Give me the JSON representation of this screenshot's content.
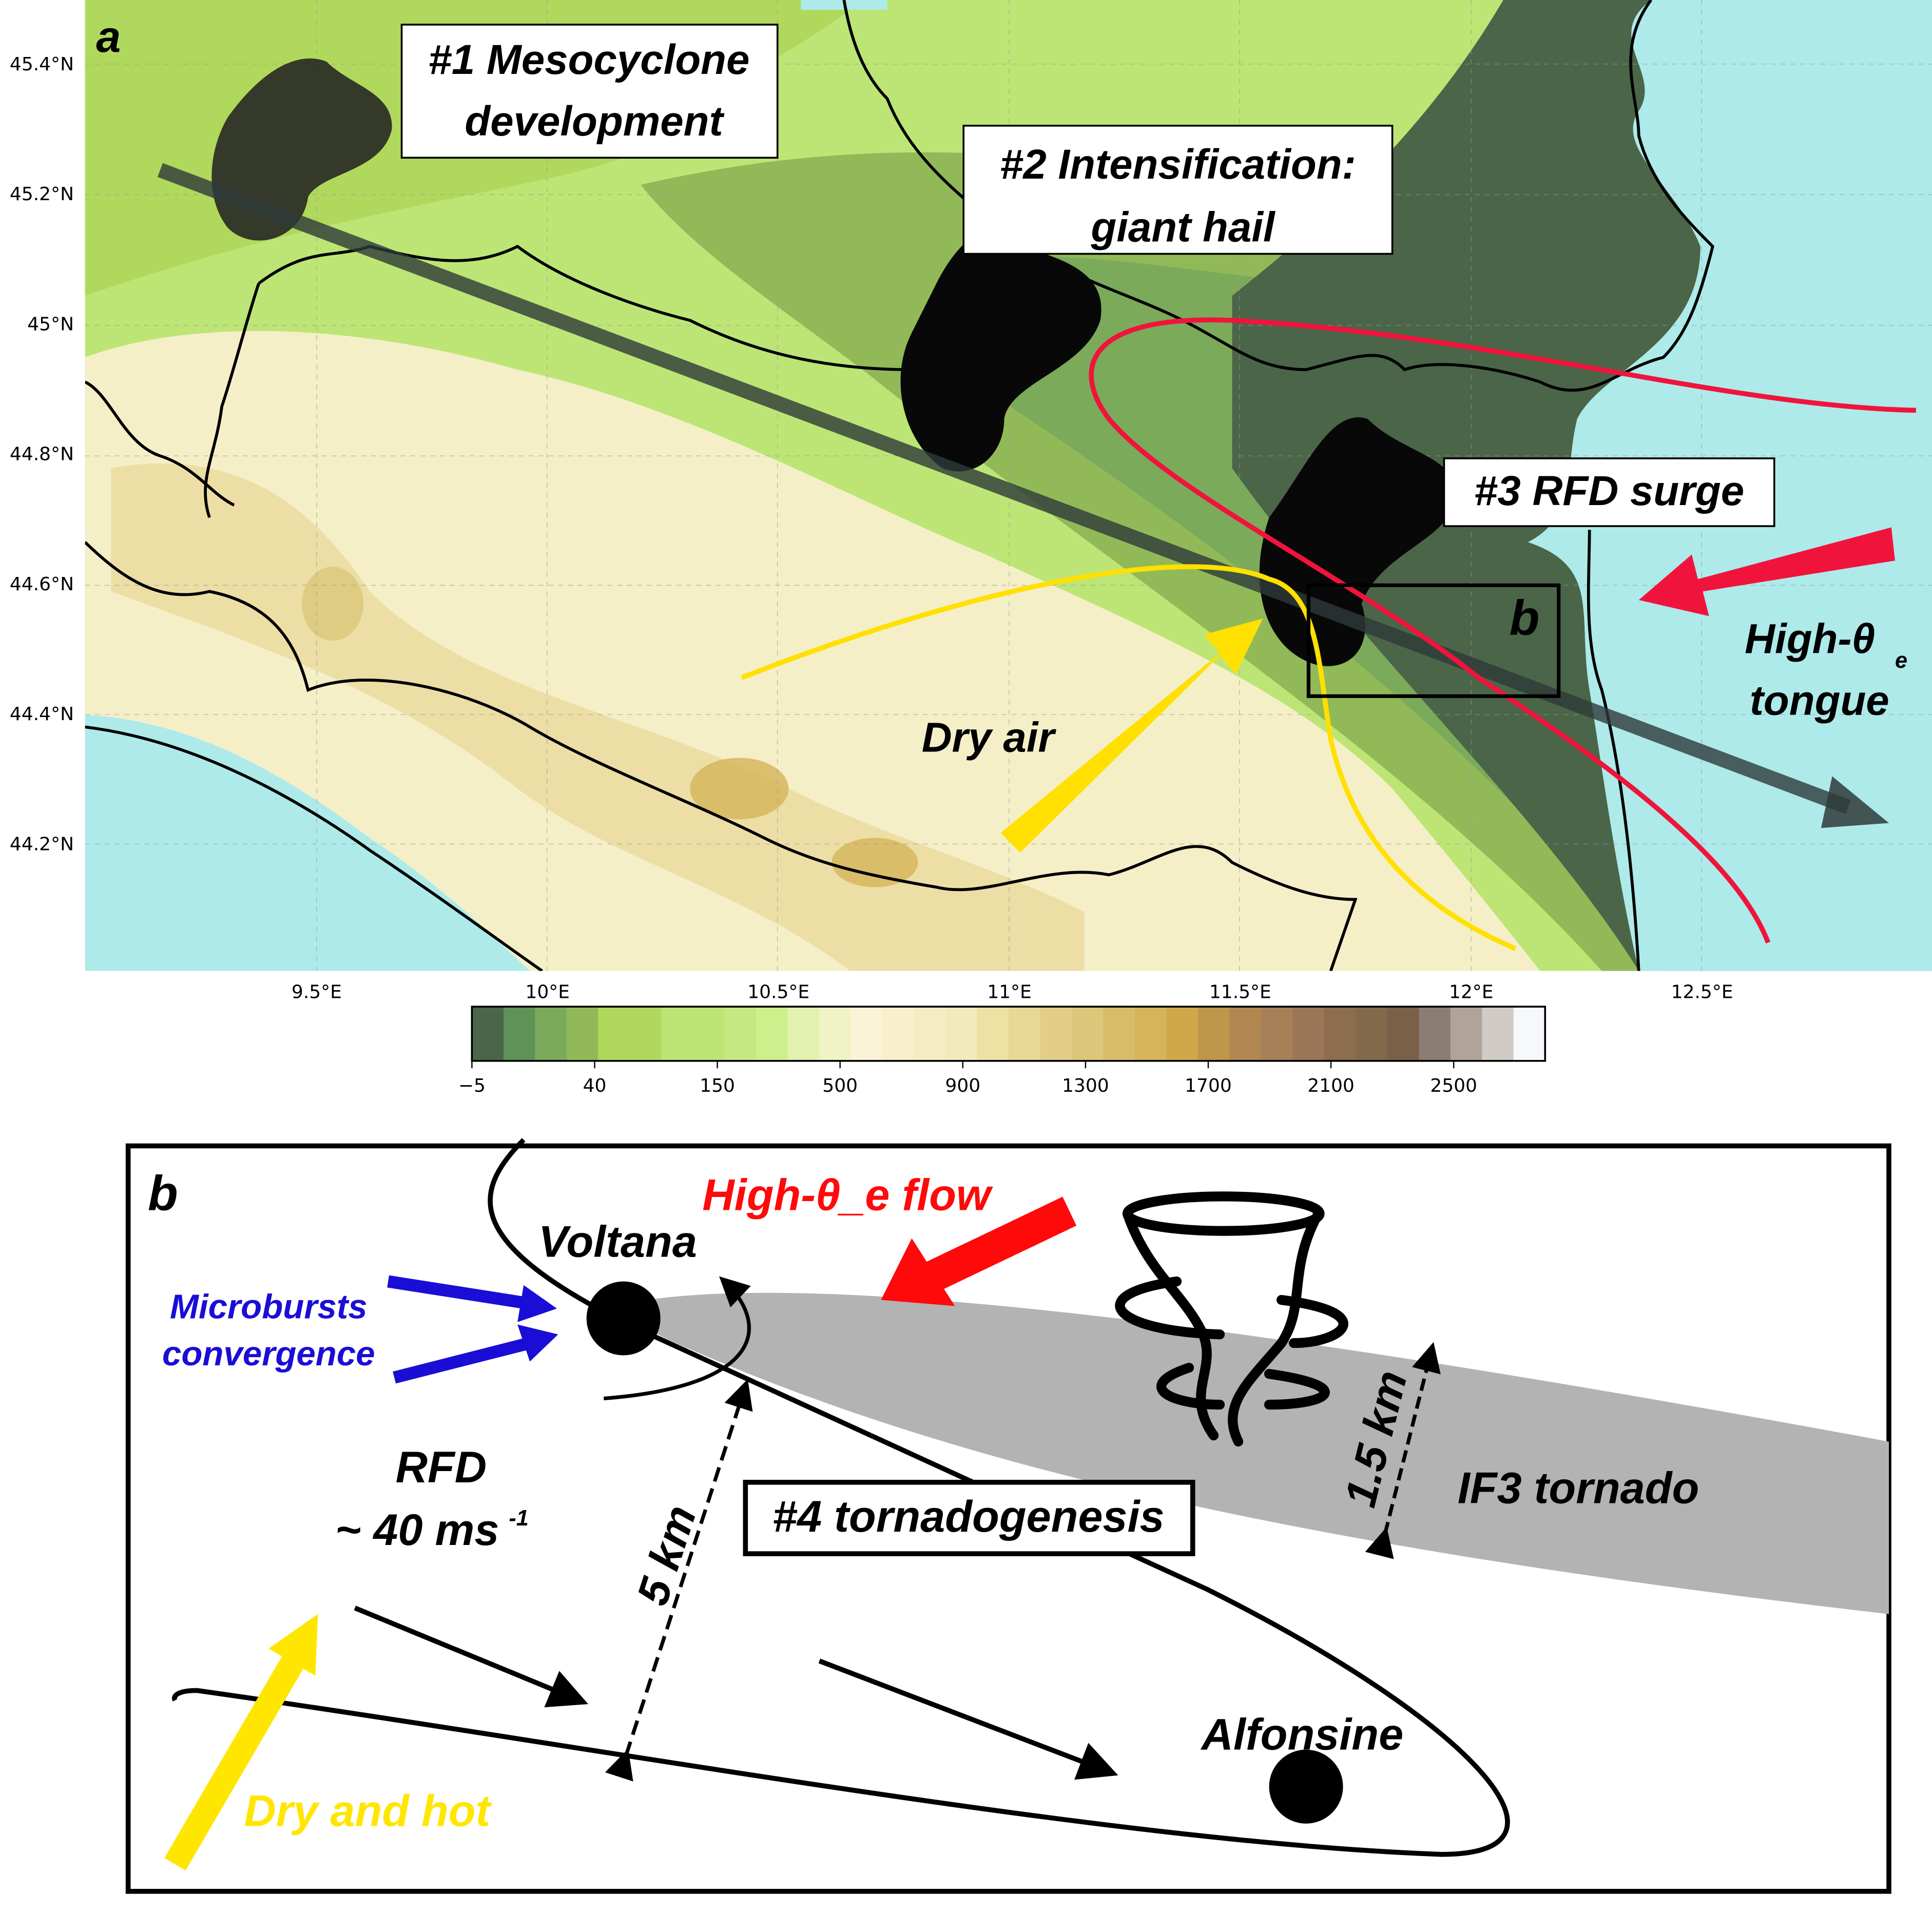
{
  "panel_a": {
    "label": "a",
    "lat_labels": [
      "45.4°N",
      "45.2°N",
      "45°N",
      "44.8°N",
      "44.6°N",
      "44.4°N",
      "44.2°N"
    ],
    "lon_labels": [
      "9.5°E",
      "10°E",
      "10.5°E",
      "11°E",
      "11.5°E",
      "12°E",
      "12.5°E"
    ],
    "box1_line1": "#1 Mesocyclone",
    "box1_line2": "development",
    "box2_line1": "#2 Intensification:",
    "box2_line2": "giant hail",
    "box3": "#3 RFD surge",
    "inset_label": "b",
    "dry_air": "Dry air",
    "high_theta_line1": "High-θ",
    "high_theta_sub": "e",
    "high_theta_line2": "tongue",
    "colors": {
      "sea": "#aeeaea",
      "red": "#f0143c",
      "yellow": "#ffe000",
      "track": "#2f3a3a"
    }
  },
  "colorbar": {
    "ticks": [
      "−5",
      "40",
      "150",
      "500",
      "900",
      "1300",
      "1700",
      "2100",
      "2500"
    ],
    "colors": [
      "#4b6548",
      "#5e9256",
      "#7bab5a",
      "#92b958",
      "#b0d85c",
      "#b0d85c",
      "#bde575",
      "#bde575",
      "#c6e882",
      "#cdf08c",
      "#e2f0b0",
      "#f0f3c4",
      "#faf3d8",
      "#f8f0cc",
      "#f5edc2",
      "#f3eabb",
      "#ede1a3",
      "#e8d795",
      "#e2ce87",
      "#dcc77a",
      "#d8bd69",
      "#d6b459",
      "#d1a849",
      "#c0964a",
      "#b28751",
      "#a68056",
      "#9a7656",
      "#8c6d50",
      "#83694c",
      "#7a6048",
      "#8a7d72",
      "#b0a498",
      "#d1cbc5",
      "#f7f8fc"
    ]
  },
  "panel_b": {
    "label": "b",
    "high_theta_flow": "High-θ_e flow",
    "voltana": "Voltana",
    "microbursts_line1": "Microbursts",
    "microbursts_line2": "convergence",
    "rfd": "RFD",
    "rfd_speed": "~ 40 ms",
    "rfd_speed_sup": "-1",
    "tornadogenesis": "#4 tornadogenesis",
    "five_km": "5 km",
    "one_five_km": "1.5 km",
    "if3": "IF3 tornado",
    "alfonsine": "Alfonsine",
    "dry_hot": "Dry and hot",
    "colors": {
      "blue": "#1a0dd6",
      "red": "#ff0a0a",
      "yellow": "#ffe600",
      "swath": "#b3b3b3"
    }
  }
}
